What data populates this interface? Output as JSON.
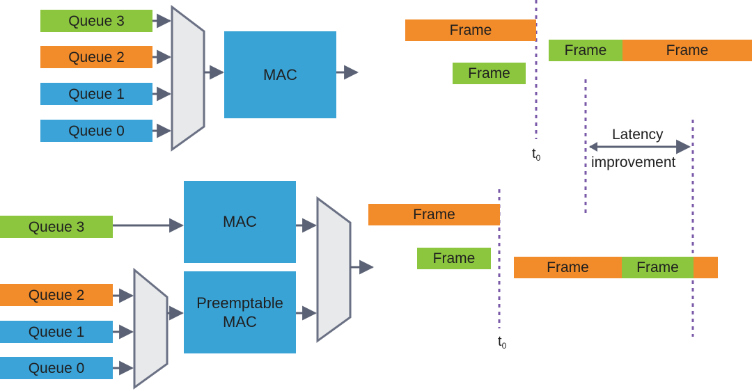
{
  "top_diagram": {
    "queues": [
      "Queue 3",
      "Queue 2",
      "Queue 1",
      "Queue 0"
    ],
    "mac_label": "MAC"
  },
  "bottom_diagram": {
    "queue_express": "Queue 3",
    "queues_preemptable": [
      "Queue 2",
      "Queue 1",
      "Queue 0"
    ],
    "express_mac_label": "MAC",
    "preemptable_mac_label_line1": "Preemptable",
    "preemptable_mac_label_line2": "MAC"
  },
  "timeline_top": {
    "frame_row1": "Frame",
    "frame_row2": "Frame",
    "frame_out_green": "Frame",
    "frame_out_orange": "Frame",
    "t0_label": "t",
    "t0_sub": "0"
  },
  "timeline_bottom": {
    "frame_row1": "Frame",
    "frame_row2": "Frame",
    "frame_out_orange": "Frame",
    "frame_out_green": "Frame",
    "t0_label": "t",
    "t0_sub": "0"
  },
  "latency": {
    "line1": "Latency",
    "line2": "improvement"
  },
  "colors": {
    "green": "#8cc63f",
    "orange": "#f28b2a",
    "blue": "#3ba3d8",
    "arrow": "#5b6275",
    "dashed": "#7a5aa8",
    "mux_fill": "#e8e9eb",
    "mux_stroke": "#6b7184"
  }
}
